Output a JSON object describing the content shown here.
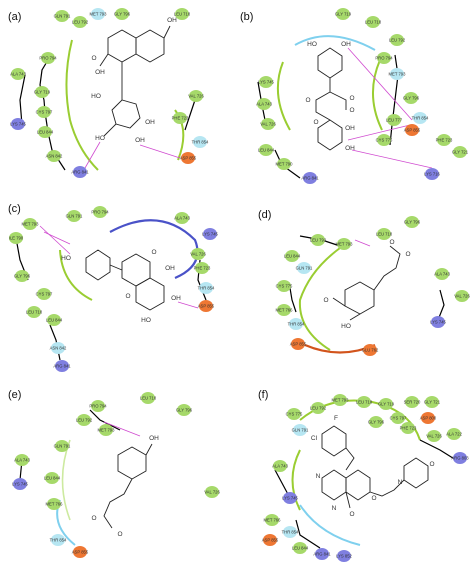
{
  "panels": [
    {
      "label": "(a)",
      "residues": [
        {
          "name": "MET 793",
          "color": "#b6e6f2"
        },
        {
          "name": "GLN 791",
          "color": "#a6d96a"
        },
        {
          "name": "LEU 792",
          "color": "#a6d96a"
        },
        {
          "name": "GLY 796",
          "color": "#a6d96a"
        },
        {
          "name": "PRO 794",
          "color": "#a6d96a"
        },
        {
          "name": "LEU 718",
          "color": "#a6d96a"
        },
        {
          "name": "ALA 743",
          "color": "#a6d96a"
        },
        {
          "name": "GLY 719",
          "color": "#a6d96a"
        },
        {
          "name": "CYS 797",
          "color": "#a6d96a"
        },
        {
          "name": "LYS 745",
          "color": "#7f7fe0"
        },
        {
          "name": "LEU 844",
          "color": "#a6d96a"
        },
        {
          "name": "ASN 842",
          "color": "#a6d96a"
        },
        {
          "name": "ARG 841",
          "color": "#7f7fe0"
        },
        {
          "name": "VAL 726",
          "color": "#a6d96a"
        },
        {
          "name": "PHE 723",
          "color": "#a6d96a"
        },
        {
          "name": "THR 854",
          "color": "#b6e6f2"
        },
        {
          "name": "ASP 855",
          "color": "#ee7733"
        }
      ],
      "atoms": [
        "OH",
        "OH",
        "O",
        "HO",
        "HO",
        "OH",
        "OH"
      ]
    },
    {
      "label": "(b)",
      "residues": [
        {
          "name": "GLY 719",
          "color": "#a6d96a"
        },
        {
          "name": "LEU 718",
          "color": "#a6d96a"
        },
        {
          "name": "LEU 792",
          "color": "#a6d96a"
        },
        {
          "name": "MET 793",
          "color": "#b6e6f2"
        },
        {
          "name": "PRO 794",
          "color": "#a6d96a"
        },
        {
          "name": "GLY 796",
          "color": "#a6d96a"
        },
        {
          "name": "LYS 745",
          "color": "#a6d96a"
        },
        {
          "name": "ALA 743",
          "color": "#a6d96a"
        },
        {
          "name": "VAL 726",
          "color": "#a6d96a"
        },
        {
          "name": "LEU 777",
          "color": "#a6d96a"
        },
        {
          "name": "ASP 855",
          "color": "#ee7733"
        },
        {
          "name": "THR 854",
          "color": "#b6e6f2"
        },
        {
          "name": "CYS 775",
          "color": "#a6d96a"
        },
        {
          "name": "LEU 844",
          "color": "#a6d96a"
        },
        {
          "name": "MET 790",
          "color": "#a6d96a"
        },
        {
          "name": "ARG 841",
          "color": "#7f7fe0"
        },
        {
          "name": "LYS 716",
          "color": "#7f7fe0"
        },
        {
          "name": "GLY 721",
          "color": "#a6d96a"
        },
        {
          "name": "PHE 723",
          "color": "#a6d96a"
        }
      ],
      "atoms": [
        "HO",
        "OH",
        "O",
        "O",
        "O",
        "OH",
        "OH",
        "O"
      ]
    },
    {
      "label": "(c)",
      "residues": [
        {
          "name": "MET 793",
          "color": "#a6d96a"
        },
        {
          "name": "GLN 791",
          "color": "#a6d96a"
        },
        {
          "name": "PRO 794",
          "color": "#a6d96a"
        },
        {
          "name": "ILE 790",
          "color": "#a6d96a"
        },
        {
          "name": "GLY 796",
          "color": "#a6d96a"
        },
        {
          "name": "CYS 797",
          "color": "#a6d96a"
        },
        {
          "name": "LEU 718",
          "color": "#a6d96a"
        },
        {
          "name": "LEU 844",
          "color": "#a6d96a"
        },
        {
          "name": "ASN 842",
          "color": "#b6e6f2"
        },
        {
          "name": "ARG 841",
          "color": "#7f7fe0"
        },
        {
          "name": "ALA 743",
          "color": "#a6d96a"
        },
        {
          "name": "LYS 745",
          "color": "#7f7fe0"
        },
        {
          "name": "VAL 726",
          "color": "#a6d96a"
        },
        {
          "name": "PHE 723",
          "color": "#a6d96a"
        },
        {
          "name": "THR 854",
          "color": "#b6e6f2"
        },
        {
          "name": "ASP 855",
          "color": "#ee7733"
        }
      ],
      "atoms": [
        "HO",
        "O",
        "O",
        "OH",
        "OH",
        "HO"
      ]
    },
    {
      "label": "(d)",
      "residues": [
        {
          "name": "LEU 718",
          "color": "#a6d96a"
        },
        {
          "name": "GLY 796",
          "color": "#a6d96a"
        },
        {
          "name": "MET 793",
          "color": "#a6d96a"
        },
        {
          "name": "LEU 792",
          "color": "#a6d96a"
        },
        {
          "name": "LEU 844",
          "color": "#a6d96a"
        },
        {
          "name": "GLN 791",
          "color": "#b6e6f2"
        },
        {
          "name": "CYS 775",
          "color": "#a6d96a"
        },
        {
          "name": "MET 766",
          "color": "#a6d96a"
        },
        {
          "name": "THR 854",
          "color": "#b6e6f2"
        },
        {
          "name": "ASP 855",
          "color": "#ee7733"
        },
        {
          "name": "GLU 762",
          "color": "#ee7733"
        },
        {
          "name": "ALA 743",
          "color": "#a6d96a"
        },
        {
          "name": "VAL 726",
          "color": "#a6d96a"
        },
        {
          "name": "LYS 745",
          "color": "#7f7fe0"
        }
      ],
      "atoms": [
        "O",
        "O",
        "O",
        "HO"
      ]
    },
    {
      "label": "(e)",
      "residues": [
        {
          "name": "LEU 718",
          "color": "#a6d96a"
        },
        {
          "name": "PRO 794",
          "color": "#a6d96a"
        },
        {
          "name": "GLY 796",
          "color": "#a6d96a"
        },
        {
          "name": "LEU 792",
          "color": "#a6d96a"
        },
        {
          "name": "MET 793",
          "color": "#a6d96a"
        },
        {
          "name": "GLN 791",
          "color": "#a6d96a"
        },
        {
          "name": "ALA 743",
          "color": "#a6d96a"
        },
        {
          "name": "LYS 745",
          "color": "#7f7fe0"
        },
        {
          "name": "LEU 844",
          "color": "#a6d96a"
        },
        {
          "name": "MET 766",
          "color": "#a6d96a"
        },
        {
          "name": "THR 854",
          "color": "#b6e6f2"
        },
        {
          "name": "ASP 855",
          "color": "#ee7733"
        },
        {
          "name": "VAL 726",
          "color": "#a6d96a"
        }
      ],
      "atoms": [
        "OH",
        "O",
        "O"
      ]
    },
    {
      "label": "(f)",
      "residues": [
        {
          "name": "LEU 718",
          "color": "#a6d96a"
        },
        {
          "name": "GLY 719",
          "color": "#a6d96a"
        },
        {
          "name": "SER 720",
          "color": "#a6d96a"
        },
        {
          "name": "GLY 721",
          "color": "#a6d96a"
        },
        {
          "name": "PHE 723",
          "color": "#a6d96a"
        },
        {
          "name": "VAL 726",
          "color": "#a6d96a"
        },
        {
          "name": "ALA 743",
          "color": "#a6d96a"
        },
        {
          "name": "LYS 745",
          "color": "#7f7fe0"
        },
        {
          "name": "MET 766",
          "color": "#a6d96a"
        },
        {
          "name": "CYS 775",
          "color": "#a6d96a"
        },
        {
          "name": "GLN 791",
          "color": "#b6e6f2"
        },
        {
          "name": "LEU 792",
          "color": "#a6d96a"
        },
        {
          "name": "MET 793",
          "color": "#a6d96a"
        },
        {
          "name": "GLY 796",
          "color": "#a6d96a"
        },
        {
          "name": "CYS 797",
          "color": "#a6d96a"
        },
        {
          "name": "ASP 800",
          "color": "#ee7733"
        },
        {
          "name": "ARG 803",
          "color": "#7f7fe0"
        },
        {
          "name": "THR 854",
          "color": "#b6e6f2"
        },
        {
          "name": "ASP 855",
          "color": "#ee7733"
        },
        {
          "name": "LEU 844",
          "color": "#a6d96a"
        },
        {
          "name": "ARG 841",
          "color": "#7f7fe0"
        },
        {
          "name": "LYS 852",
          "color": "#7f7fe0"
        },
        {
          "name": "ALA 722",
          "color": "#a6d96a"
        }
      ],
      "atoms": [
        "Cl",
        "F",
        "N",
        "N",
        "O",
        "O",
        "N",
        "O"
      ]
    }
  ]
}
